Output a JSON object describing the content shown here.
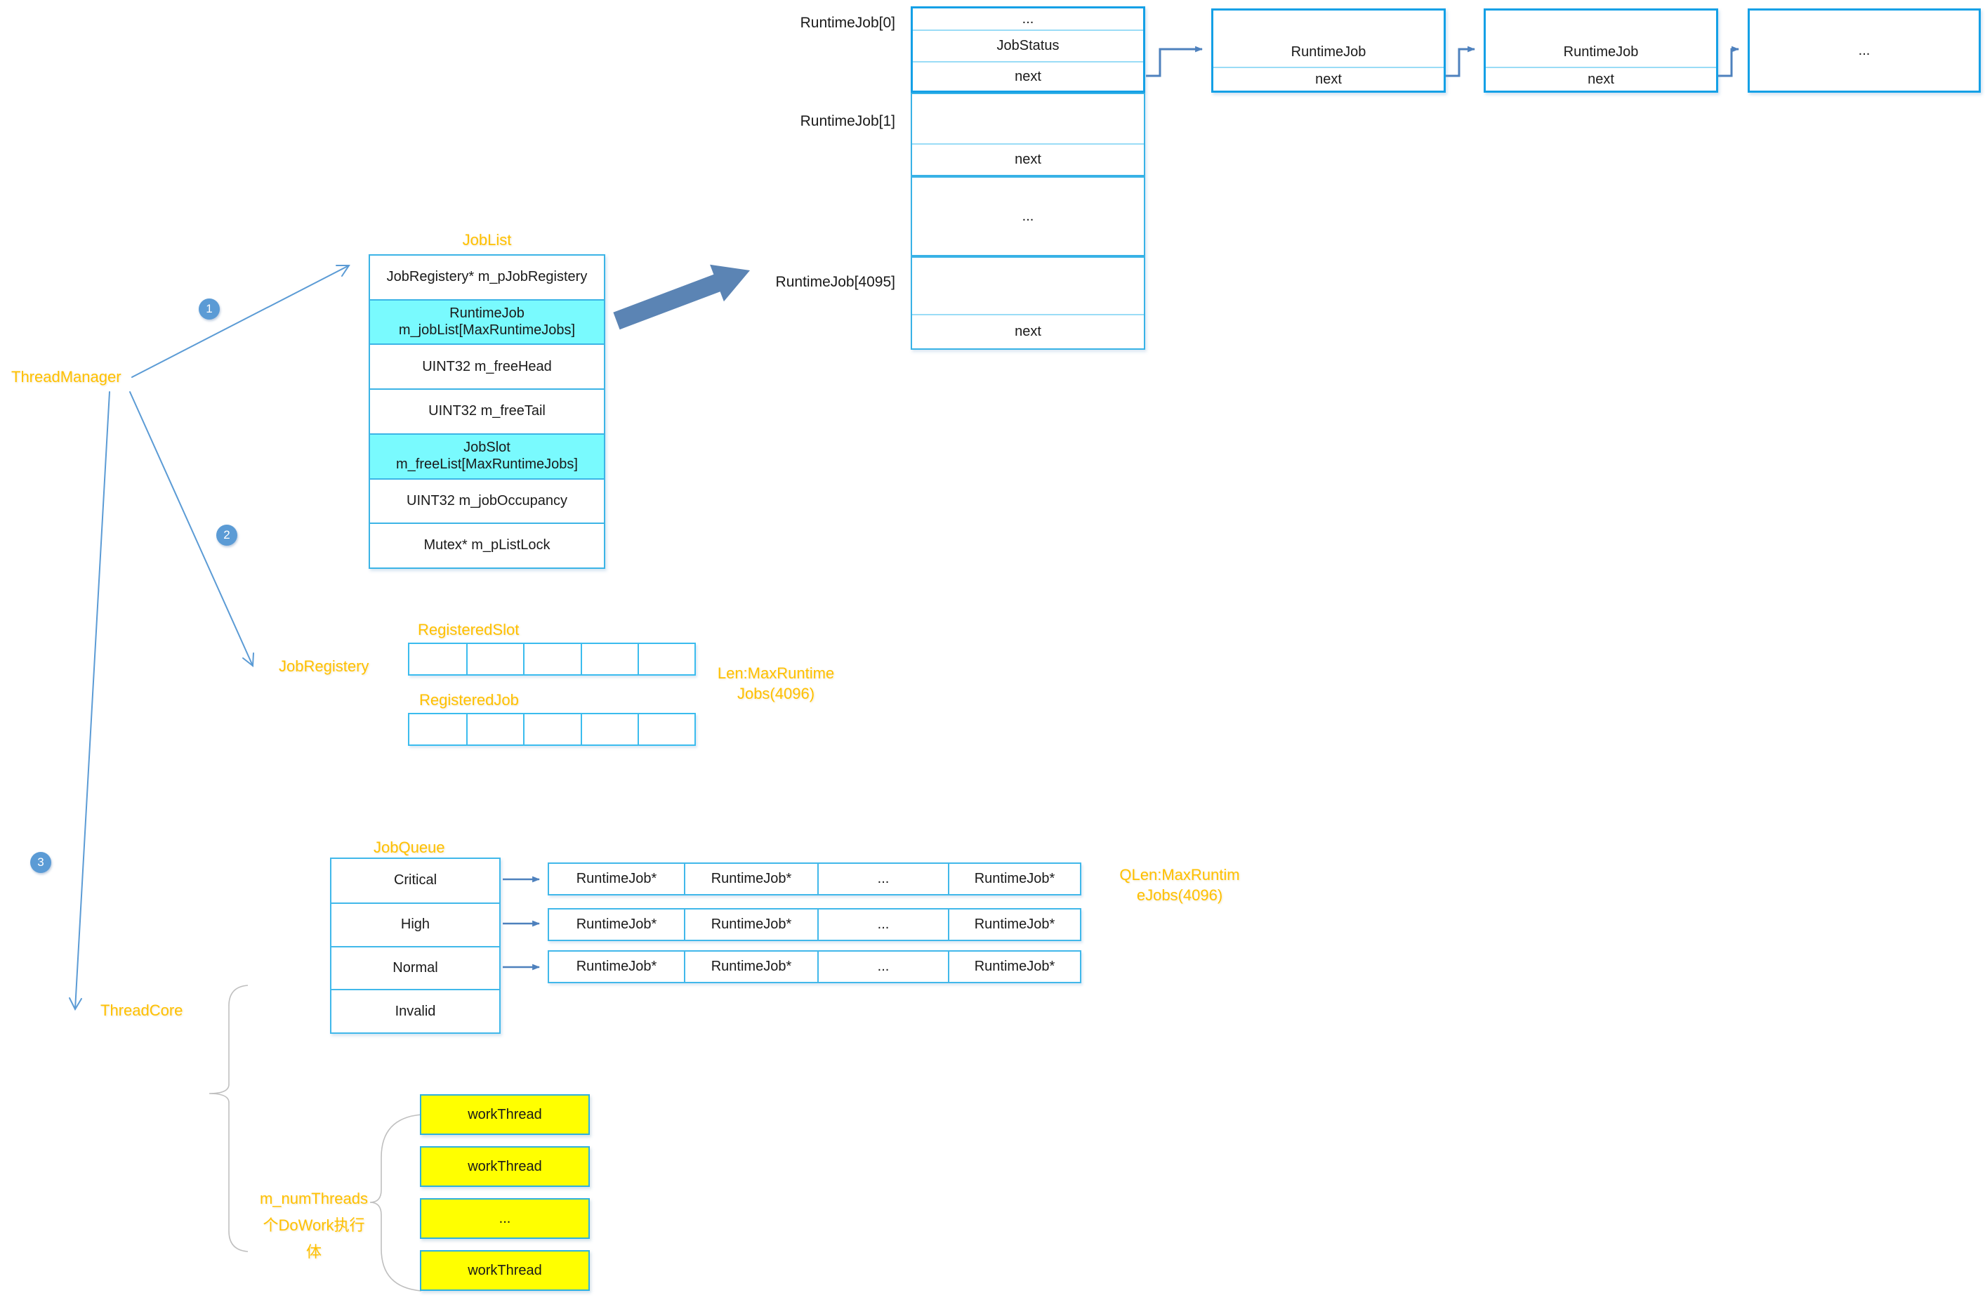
{
  "colors": {
    "accent_orange": "#FFC000",
    "box_border_blue": "#3CB4E6",
    "bright_border_blue": "#14A0E6",
    "light_separator_blue": "#9ADCF6",
    "connector_blue": "#4E81BD",
    "thin_arrow_blue": "#5B9BD5",
    "badge_blue": "#5B9BD5",
    "highlight_cyan": "#79FAFE",
    "worker_yellow": "#FFFF00",
    "brace_gray": "#BFBFBF"
  },
  "thread_manager_label": "ThreadManager",
  "badges": {
    "b1": "1",
    "b2": "2",
    "b3": "3"
  },
  "runtime_array": {
    "label_0": "RuntimeJob[0]",
    "label_1": "RuntimeJob[1]",
    "label_last": "RuntimeJob[4095]",
    "sec0_row0": "...",
    "sec0_row1": "JobStatus",
    "sec0_row2": "next",
    "sec1_next": "next",
    "mid_ellipsis": "...",
    "sec3_next": "next"
  },
  "chain": {
    "node0_title": "RuntimeJob",
    "node0_field": "next",
    "node1_title": "RuntimeJob",
    "node1_field": "next",
    "node2_title": "..."
  },
  "job_list": {
    "title": "JobList",
    "row0": "JobRegistery* m_pJobRegistery",
    "row1_line1": "RuntimeJob",
    "row1_line2": "m_jobList[MaxRuntimeJobs]",
    "row2": "UINT32 m_freeHead",
    "row3": "UINT32 m_freeTail",
    "row4_line1": "JobSlot",
    "row4_line2": "m_freeList[MaxRuntimeJobs]",
    "row5": "UINT32 m_jobOccupancy",
    "row6": "Mutex* m_pListLock"
  },
  "job_registry": {
    "title": "JobRegistery",
    "slot_label": "RegisteredSlot",
    "job_label": "RegisteredJob",
    "len_note_line1": "Len:MaxRuntime",
    "len_note_line2": "Jobs(4096)"
  },
  "job_queue": {
    "title": "JobQueue",
    "row0": "Critical",
    "row1": "High",
    "row2": "Normal",
    "row3": "Invalid",
    "cell_runtime": "RuntimeJob*",
    "cell_ellipsis": "...",
    "qlen_note_line1": "QLen:MaxRuntim",
    "qlen_note_line2": "eJobs(4096)"
  },
  "thread_core": {
    "title": "ThreadCore",
    "note_line1": "m_numThreads",
    "note_line2": "个DoWork执行",
    "note_line3": "体",
    "worker0": "workThread",
    "worker1": "workThread",
    "worker2": "...",
    "worker3": "workThread"
  }
}
